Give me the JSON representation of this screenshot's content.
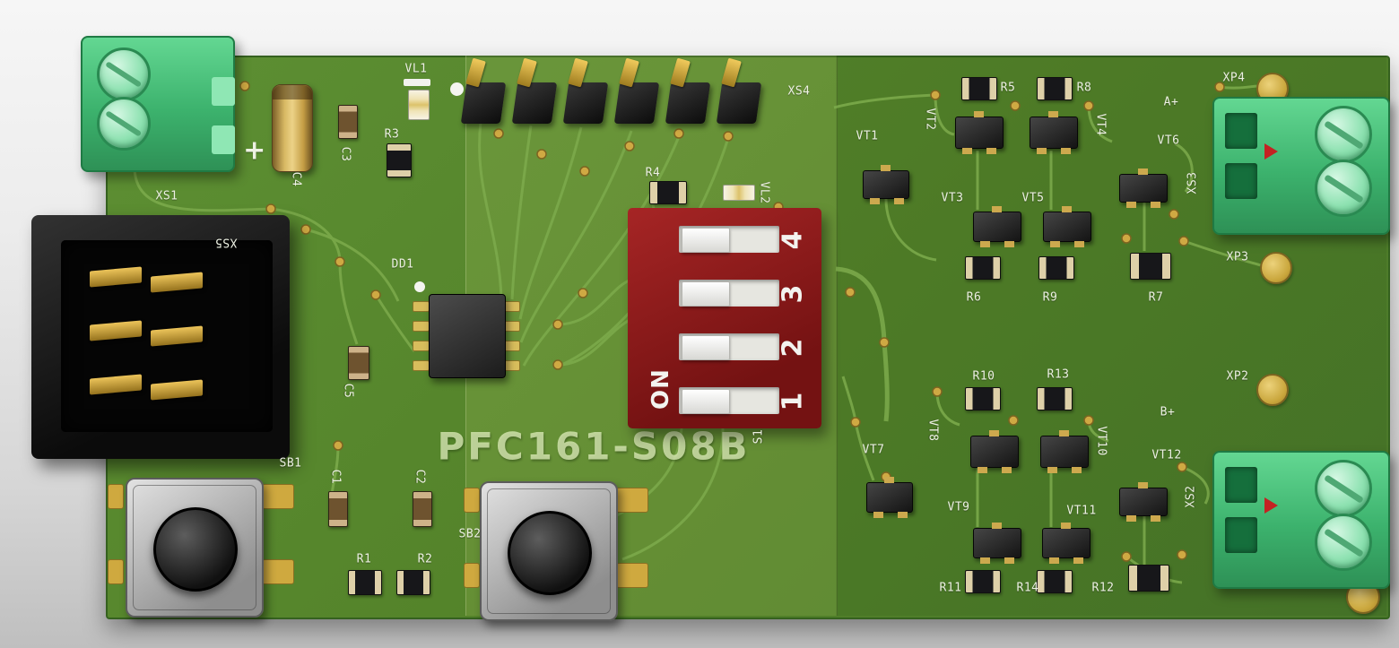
{
  "colors": {
    "board_green": "#538229",
    "mid_panel_green": "#6a9a3e",
    "dip_switch_red": "#8f1b1b",
    "terminal_block_green": "#3cb26d",
    "silkscreen_white": "#edf1e3",
    "pad_gold": "#c9a63c",
    "marker_red": "#c42222"
  },
  "board": {
    "silkscreen_title": "PFC161-S08B"
  },
  "dip_switch": {
    "designator": "S1",
    "on_label": "ON",
    "positions": {
      "p1": "1",
      "p2": "2",
      "p3": "3",
      "p4": "4"
    }
  },
  "labels": {
    "xs1": "XS1",
    "xs2": "XS2",
    "xs3": "XS3",
    "xs4": "XS4",
    "xs5": "XS5",
    "xp2": "XP2",
    "xp3": "XP3",
    "xp4": "XP4",
    "vl1": "VL1",
    "vl2": "VL2",
    "dd1": "DD1",
    "sb1": "SB1",
    "sb2": "SB2",
    "c1": "C1",
    "c2": "C2",
    "c3": "C3",
    "c4": "C4",
    "c5": "C5",
    "r1": "R1",
    "r2": "R2",
    "r3": "R3",
    "r4": "R4",
    "r5": "R5",
    "r6": "R6",
    "r7": "R7",
    "r8": "R8",
    "r9": "R9",
    "r10": "R10",
    "r11": "R11",
    "r12": "R12",
    "r13": "R13",
    "r14": "R14",
    "vt1": "VT1",
    "vt2": "VT2",
    "vt3": "VT3",
    "vt4": "VT4",
    "vt5": "VT5",
    "vt6": "VT6",
    "vt7": "VT7",
    "vt8": "VT8",
    "vt9": "VT9",
    "vt10": "VT10",
    "vt11": "VT11",
    "vt12": "VT12",
    "net_a": "A+",
    "net_b": "B+",
    "polarity_plus": "+"
  }
}
